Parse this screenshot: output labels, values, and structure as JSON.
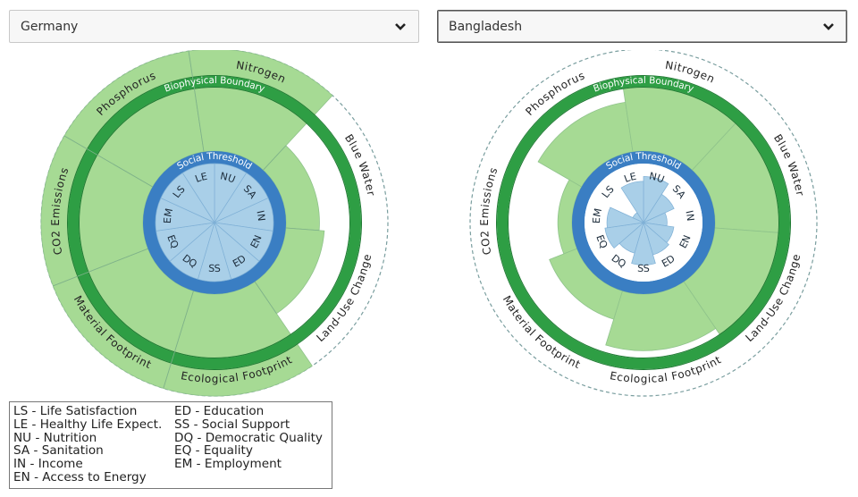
{
  "selectors": {
    "left": {
      "value": "Germany"
    },
    "right": {
      "value": "Bangladesh"
    }
  },
  "colors": {
    "biophysical_ring": "#2e9e44",
    "biophysical_fill": "#a6da94",
    "social_ring": "#3a7ec3",
    "social_fill": "#a9cfe8",
    "dashed_outline": "#7a9e9f"
  },
  "chart_data": [
    {
      "type": "radial",
      "country": "Germany",
      "ring_labels": {
        "biophysical": "Biophysical Boundary",
        "social": "Social Threshold"
      },
      "biophysical": {
        "indicators": [
          "CO2 Emissions",
          "Phosphorus",
          "Nitrogen",
          "Blue Water",
          "Land-Use Change",
          "Ecological Footprint",
          "Material Footprint"
        ],
        "ratio_to_boundary": [
          3.0,
          3.0,
          3.0,
          0.52,
          0.6,
          3.0,
          3.0
        ]
      },
      "social": {
        "indicators": [
          "NU",
          "SA",
          "IN",
          "EN",
          "ED",
          "SS",
          "DQ",
          "EQ",
          "EM",
          "LS",
          "LE"
        ],
        "ratio_to_threshold": [
          1,
          1,
          1,
          1,
          1,
          1,
          1,
          1,
          1,
          1,
          1
        ]
      }
    },
    {
      "type": "radial",
      "country": "Bangladesh",
      "ring_labels": {
        "biophysical": "Biophysical Boundary",
        "social": "Social Threshold"
      },
      "biophysical": {
        "indicators": [
          "CO2 Emissions",
          "Phosphorus",
          "Nitrogen",
          "Blue Water",
          "Land-Use Change",
          "Ecological Footprint",
          "Material Footprint"
        ],
        "ratio_to_boundary": [
          0.22,
          0.78,
          1.16,
          1.04,
          1.06,
          0.88,
          0.46
        ]
      },
      "social": {
        "indicators": [
          "NU",
          "SA",
          "IN",
          "EN",
          "ED",
          "SS",
          "DQ",
          "EQ",
          "EM",
          "LS",
          "LE"
        ],
        "ratio_to_threshold": [
          0.78,
          0.57,
          0.4,
          0.52,
          0.57,
          0.72,
          0.54,
          0.66,
          0.62,
          0.2,
          0.7
        ]
      }
    }
  ],
  "legend": {
    "col1": [
      "LS - Life Satisfaction",
      "LE - Healthy Life Expect.",
      "NU - Nutrition",
      "SA - Sanitation",
      "IN - Income",
      "EN - Access to Energy"
    ],
    "col2": [
      "ED - Education",
      "SS - Social Support",
      "DQ - Democratic Quality",
      "EQ - Equality",
      "EM - Employment"
    ]
  }
}
